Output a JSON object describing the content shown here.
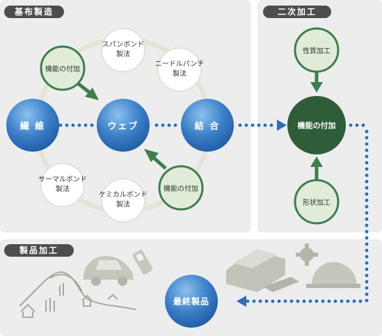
{
  "sections": {
    "base_fabric": "基布製造",
    "secondary": "二次加工",
    "product": "製品加工"
  },
  "nodes": {
    "fiber": "繊 維",
    "web": "ウェブ",
    "bond": "結 合",
    "final_product": "最終製品",
    "function_add_top": "機能の付加",
    "function_add_bottom": "機能の付加",
    "function_add_secondary": "機能の付加",
    "property_process": "性質加工",
    "shape_process": "形状加工"
  },
  "methods": {
    "spunbond": [
      "スパンボンド",
      "製法"
    ],
    "needle_punch": [
      "ニードルパンチ",
      "製法"
    ],
    "thermal_bond": [
      "サーマルボンド",
      "製法"
    ],
    "chemical_bond": [
      "ケミカルボンド",
      "製法"
    ]
  },
  "colors": {
    "blue": "#2f6db5",
    "dark_green": "#2f5d3a",
    "green_arrow": "#3e7d4c",
    "light_green": "#e0ecd8",
    "dotted_blue": "#2d6db5",
    "panel": "#ededed",
    "tag": "#4d4d4d"
  },
  "illustrations": [
    "house-hills-icon",
    "car-icon",
    "phone-icon",
    "printer-icon",
    "gear-icon",
    "helmet-icon"
  ]
}
